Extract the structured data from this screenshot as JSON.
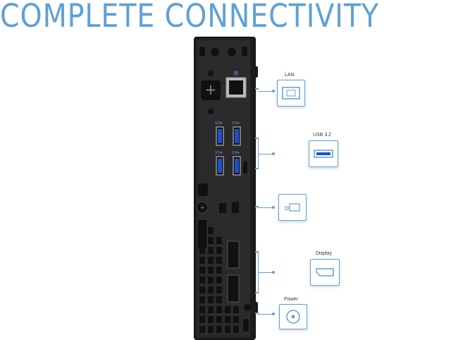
{
  "title": "COMPLETE CONNECTIVITY",
  "callouts": {
    "lan": "LAN",
    "usb": "USB 3.2",
    "display": "Display",
    "power": "Power"
  },
  "colors": {
    "accent": "#5fa0d6",
    "usb_blue": "#1d4fd1",
    "chassis": "#2b2b2b"
  },
  "icons": [
    "ethernet-port-icon",
    "usb-port-icon",
    "lock-slot-icon",
    "displayport-icon",
    "power-jack-icon"
  ]
}
